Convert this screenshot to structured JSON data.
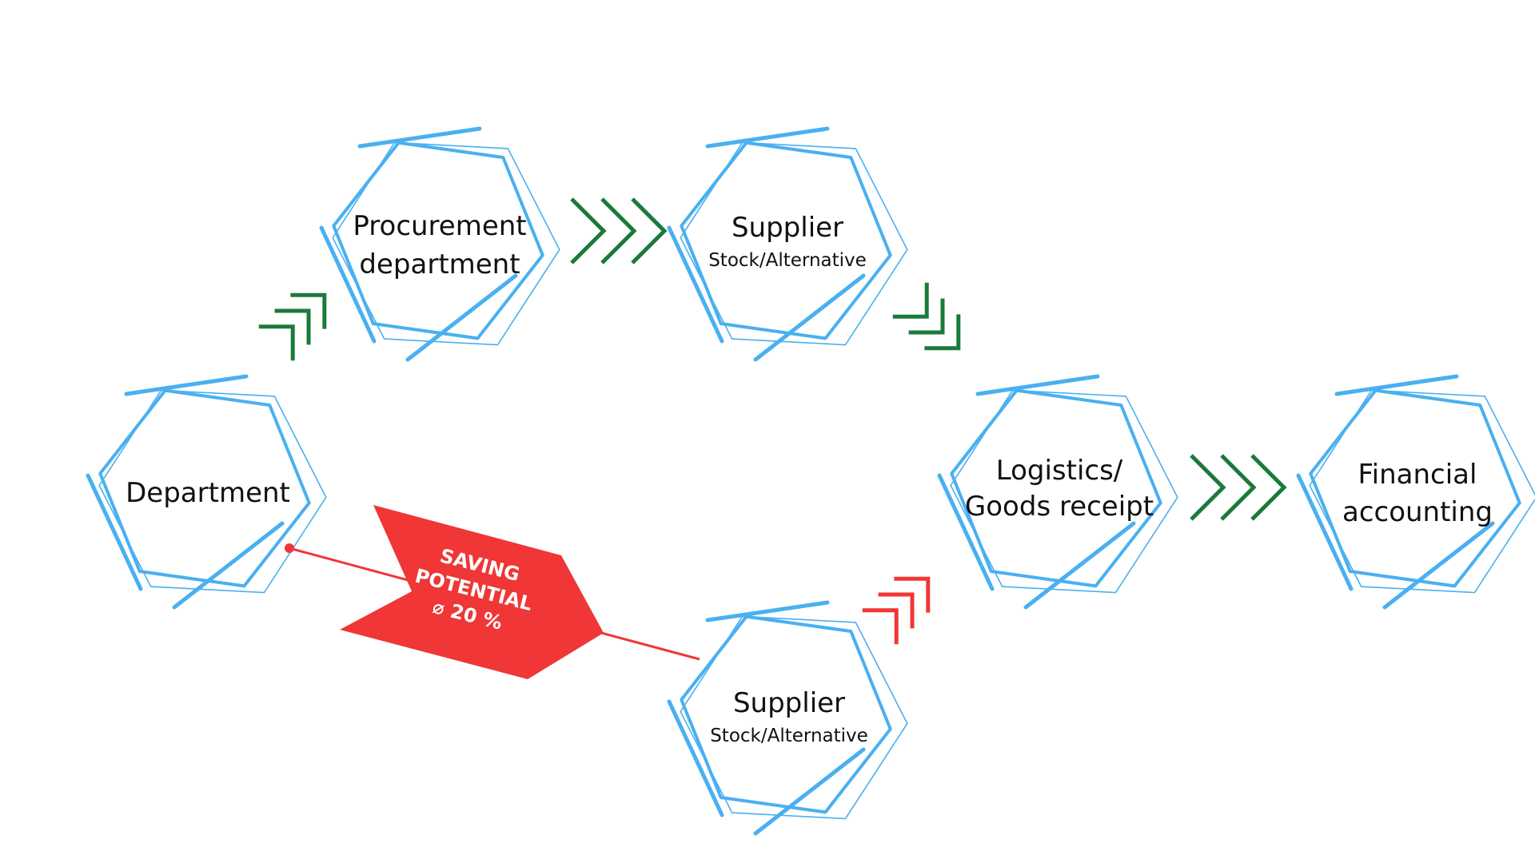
{
  "colors": {
    "hexagon": "#4ab0f0",
    "flow": "#1a7a3a",
    "saving": "#f03636"
  },
  "nodes": [
    {
      "id": "department",
      "title_lines": [
        "Department"
      ],
      "subtitle": ""
    },
    {
      "id": "procurement",
      "title_lines": [
        "Procurement",
        "department"
      ],
      "subtitle": ""
    },
    {
      "id": "supplier-top",
      "title_lines": [
        "Supplier"
      ],
      "subtitle": "Stock/Alternative"
    },
    {
      "id": "logistics",
      "title_lines": [
        "Logistics/",
        "Goods receipt"
      ],
      "subtitle": ""
    },
    {
      "id": "financial",
      "title_lines": [
        "Financial",
        "accounting"
      ],
      "subtitle": ""
    },
    {
      "id": "supplier-bottom",
      "title_lines": [
        "Supplier"
      ],
      "subtitle": "Stock/Alternative"
    }
  ],
  "saving_badge": {
    "lines": [
      "SAVING",
      "POTENTIAL",
      "⌀ 20 %"
    ],
    "icon": "diameter-symbol"
  },
  "connectors": [
    {
      "from": "department",
      "to": "procurement",
      "style": "chevrons",
      "color": "flow"
    },
    {
      "from": "procurement",
      "to": "supplier-top",
      "style": "chevrons",
      "color": "flow"
    },
    {
      "from": "supplier-top",
      "to": "logistics",
      "style": "chevrons",
      "color": "flow"
    },
    {
      "from": "logistics",
      "to": "financial",
      "style": "chevrons",
      "color": "flow"
    },
    {
      "from": "department",
      "to": "supplier-bottom",
      "style": "line-with-badge",
      "color": "saving"
    },
    {
      "from": "supplier-bottom",
      "to": "logistics",
      "style": "chevrons",
      "color": "saving"
    }
  ]
}
